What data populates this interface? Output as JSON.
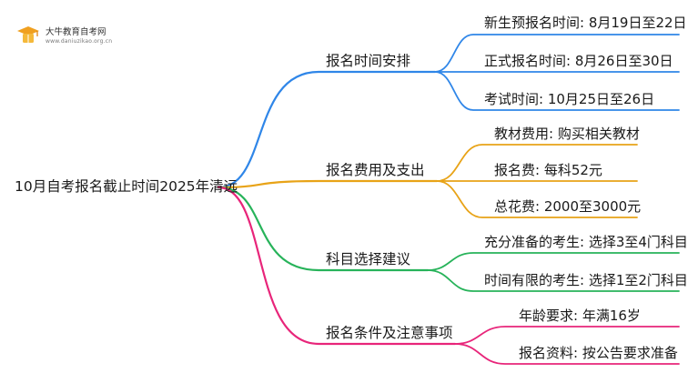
{
  "watermark": {
    "name": "大牛教育自考网",
    "url": "www.daniuzikao.org.cn",
    "icon": "graduation-book-icon"
  },
  "root": {
    "label": "10月自考报名截止时间2025年清远"
  },
  "branches": [
    {
      "label": "报名时间安排",
      "color": "#2f86e8",
      "leaves": [
        {
          "label": "新生预报名时间: 8月19日至22日"
        },
        {
          "label": "正式报名时间: 8月26日至30日"
        },
        {
          "label": "考试时间: 10月25日至26日"
        }
      ]
    },
    {
      "label": "报名费用及支出",
      "color": "#e8a317",
      "leaves": [
        {
          "label": "教材费用: 购买相关教材"
        },
        {
          "label": "报名费: 每科52元"
        },
        {
          "label": "总花费: 2000至3000元"
        }
      ]
    },
    {
      "label": "科目选择建议",
      "color": "#27b35a",
      "leaves": [
        {
          "label": "充分准备的考生: 选择3至4门科目"
        },
        {
          "label": "时间有限的考生: 选择1至2门科目"
        }
      ]
    },
    {
      "label": "报名条件及注意事项",
      "color": "#e8257a",
      "leaves": [
        {
          "label": "年龄要求: 年满16岁"
        },
        {
          "label": "报名资料: 按公告要求准备"
        }
      ]
    }
  ]
}
